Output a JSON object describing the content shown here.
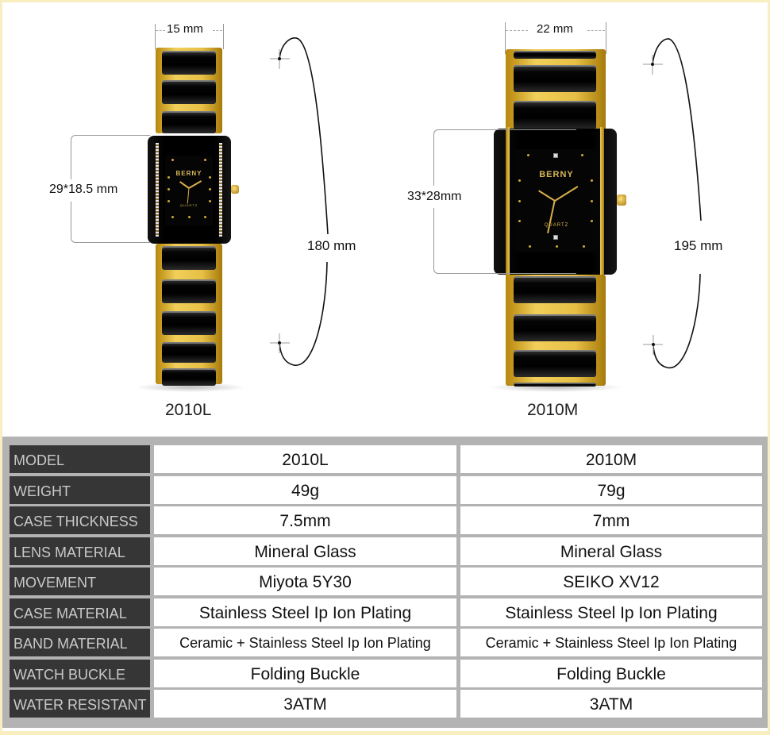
{
  "watches": [
    {
      "model": "2010L",
      "width_label": "15 mm",
      "case_size_label": "29*18.5 mm",
      "band_length_label": "180 mm",
      "dial_brand": "BERNY",
      "dial_text": "QUARTZ"
    },
    {
      "model": "2010M",
      "width_label": "22 mm",
      "case_size_label": "33*28mm",
      "band_length_label": "195 mm",
      "dial_brand": "BERNY",
      "dial_text": "QUARTZ"
    }
  ],
  "spec_table": {
    "columns": [
      "2010L",
      "2010M"
    ],
    "rows": [
      {
        "label": "MODEL",
        "values": [
          "2010L",
          "2010M"
        ]
      },
      {
        "label": "WEIGHT",
        "values": [
          "49g",
          "79g"
        ]
      },
      {
        "label": "CASE THICKNESS",
        "values": [
          "7.5mm",
          "7mm"
        ]
      },
      {
        "label": "LENS MATERIAL",
        "values": [
          "Mineral Glass",
          "Mineral Glass"
        ]
      },
      {
        "label": "MOVEMENT",
        "values": [
          "Miyota 5Y30",
          "SEIKO XV12"
        ]
      },
      {
        "label": "CASE MATERIAL",
        "values": [
          "Stainless Steel Ip Ion Plating",
          "Stainless Steel Ip Ion Plating"
        ]
      },
      {
        "label": "BAND MATERIAL",
        "values": [
          "Ceramic + Stainless Steel Ip Ion Plating",
          "Ceramic + Stainless Steel Ip Ion Plating"
        ]
      },
      {
        "label": "WATCH BUCKLE",
        "values": [
          "Folding Buckle",
          "Folding Buckle"
        ]
      },
      {
        "label": "WATER RESISTANT",
        "values": [
          "3ATM",
          "3ATM"
        ]
      }
    ]
  },
  "colors": {
    "border": "#f9eec0",
    "gold": "#e7bf45",
    "label_bg": "#363636",
    "label_text": "#c9c9c9",
    "grid": "#b3b3b3"
  }
}
